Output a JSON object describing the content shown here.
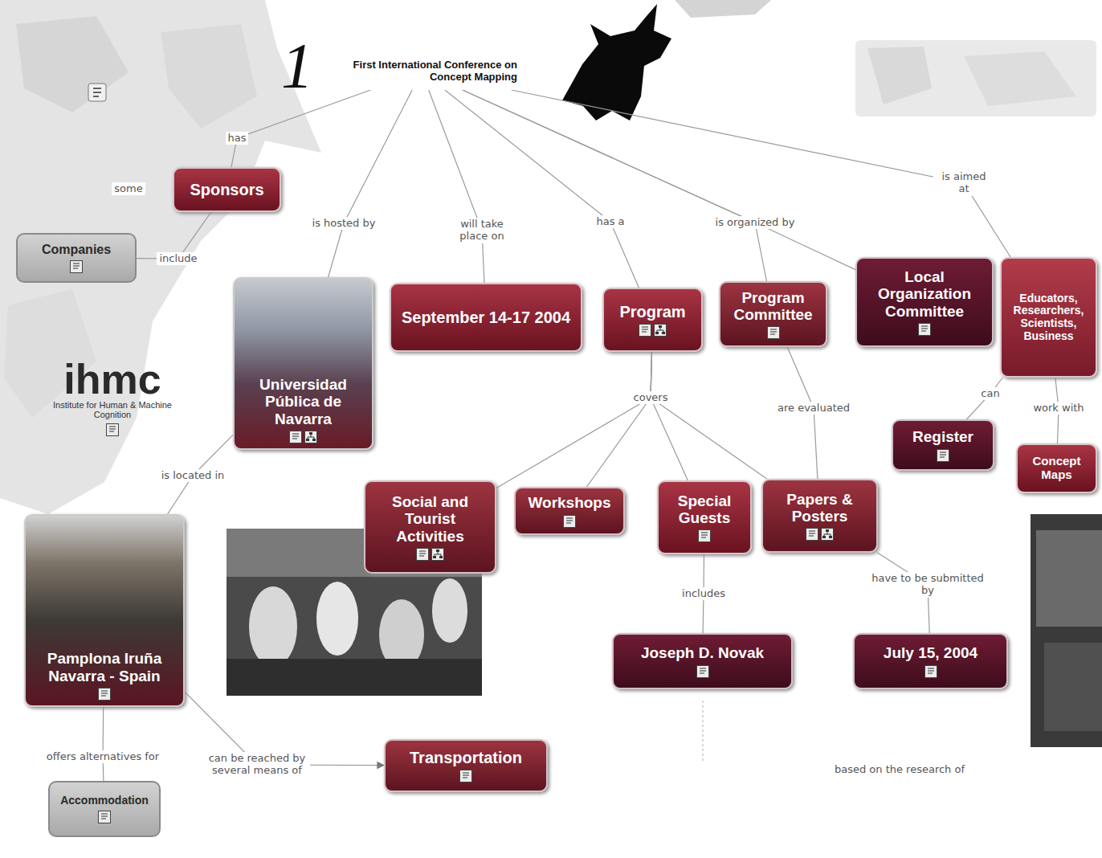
{
  "diagram": {
    "nodes": [
      {
        "text": [
          "First International Conference on Concept Mapping"
        ]
      },
      {
        "text": [
          "Sponsors"
        ]
      },
      {
        "text": [
          "Companies"
        ]
      },
      {
        "text": [
          "ihmc",
          "Institute for Human & Machine Cognition"
        ]
      },
      {
        "text": [
          "Universidad Pública de Navarra"
        ]
      },
      {
        "text": [
          "September 14-17 2004"
        ]
      },
      {
        "text": [
          "Program"
        ]
      },
      {
        "text": [
          "Program Committee"
        ]
      },
      {
        "text": [
          "Local Organization Committee"
        ]
      },
      {
        "text": [
          "Educators, Researchers, Scientists, Business"
        ]
      },
      {
        "text": [
          "Register"
        ]
      },
      {
        "text": [
          "Concept Maps"
        ]
      },
      {
        "text": [
          "Pamplona Iruña Navarra - Spain"
        ]
      },
      {
        "text": [
          "Social and Tourist Activities"
        ]
      },
      {
        "text": [
          "Workshops"
        ]
      },
      {
        "text": [
          "Special Guests"
        ]
      },
      {
        "text": [
          "Papers & Posters"
        ]
      },
      {
        "text": [
          "Joseph D. Novak"
        ]
      },
      {
        "text": [
          "July 15, 2004"
        ]
      },
      {
        "text": [
          "Transportation"
        ]
      },
      {
        "text": [
          "Accommodation"
        ]
      }
    ],
    "edges": [
      {
        "from": 0,
        "to": 1,
        "label": "has",
        "arrow": "none"
      },
      {
        "from": 1,
        "to": 2,
        "label": "include",
        "arrow": "none"
      },
      {
        "from": 0,
        "to": 4,
        "label": "is hosted by",
        "arrow": "none"
      },
      {
        "from": 0,
        "to": 5,
        "label": "will take place on",
        "arrow": "none"
      },
      {
        "from": 0,
        "to": 6,
        "label": "has a",
        "arrow": "none"
      },
      {
        "from": 0,
        "to": 7,
        "label": "is organized by",
        "arrow": "none"
      },
      {
        "from": 0,
        "to": 8,
        "arrow": "none"
      },
      {
        "from": 0,
        "to": 9,
        "label": "is aimed at",
        "arrow": "none"
      },
      {
        "from": 6,
        "to": 13,
        "label": "covers",
        "arrow": "none"
      },
      {
        "from": 6,
        "to": 14,
        "arrow": "none"
      },
      {
        "from": 6,
        "to": 15,
        "arrow": "none"
      },
      {
        "from": 6,
        "to": 16,
        "arrow": "none"
      },
      {
        "from": 16,
        "to": 7,
        "label": "are evaluated",
        "arrow": "none"
      },
      {
        "from": 9,
        "to": 10,
        "label": "can",
        "arrow": "none"
      },
      {
        "from": 9,
        "to": 11,
        "label": "work with",
        "arrow": "none"
      },
      {
        "from": 15,
        "to": 17,
        "label": "includes",
        "arrow": "none"
      },
      {
        "from": 16,
        "to": 18,
        "label": "have to be submitted by",
        "arrow": "none"
      },
      {
        "from": 4,
        "to": 12,
        "label": "is located in",
        "arrow": "none"
      },
      {
        "from": 12,
        "to": 20,
        "label": "offers alternatives for",
        "arrow": "none"
      },
      {
        "from": 12,
        "to": 19,
        "label": "can be reached by several means of",
        "arrow": "to"
      }
    ],
    "labels": [
      "1",
      "some",
      "based on the research of"
    ]
  }
}
